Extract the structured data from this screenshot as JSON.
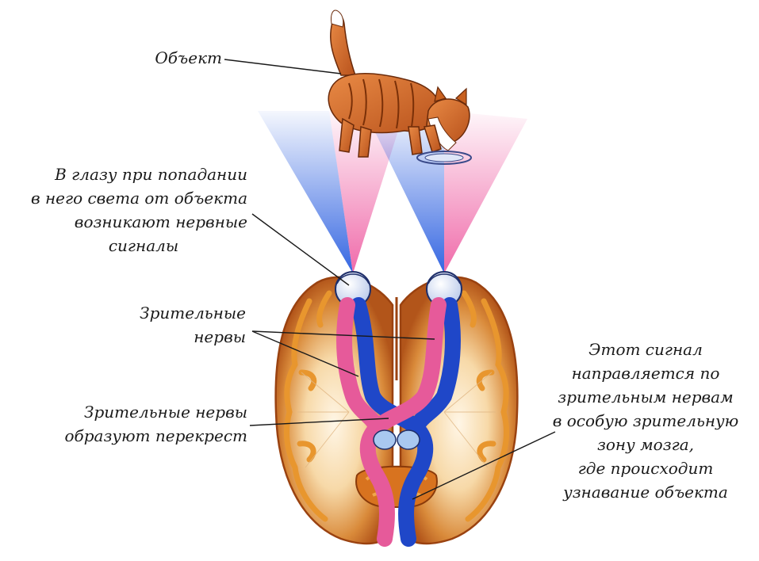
{
  "labels": {
    "object": "Объект",
    "eye_lines": [
      "В глазу при попадании",
      "в него света от объекта",
      "возникают нервные",
      "сигналы"
    ],
    "optic_nerves": [
      "Зрительные",
      "нервы"
    ],
    "chiasm": [
      "Зрительные нервы",
      "образуют перекрест"
    ],
    "signal_lines": [
      "Этот сигнал",
      "направляется по",
      "зрительным нервам",
      "в особую зрительную",
      "зону мозга,",
      "где происходит",
      "узнавание объекта"
    ]
  },
  "colors": {
    "left_pathway": "#e65a9a",
    "right_pathway": "#1f47c8",
    "light_blue": "#2a5ee0",
    "light_pink": "#ee5aa0",
    "brain_outer": "#c9641a",
    "brain_fold": "#e89a30",
    "brain_inner": "#fbe9cf",
    "cat_fur": "#d8702e",
    "leader_line": "#1a1a1a"
  }
}
